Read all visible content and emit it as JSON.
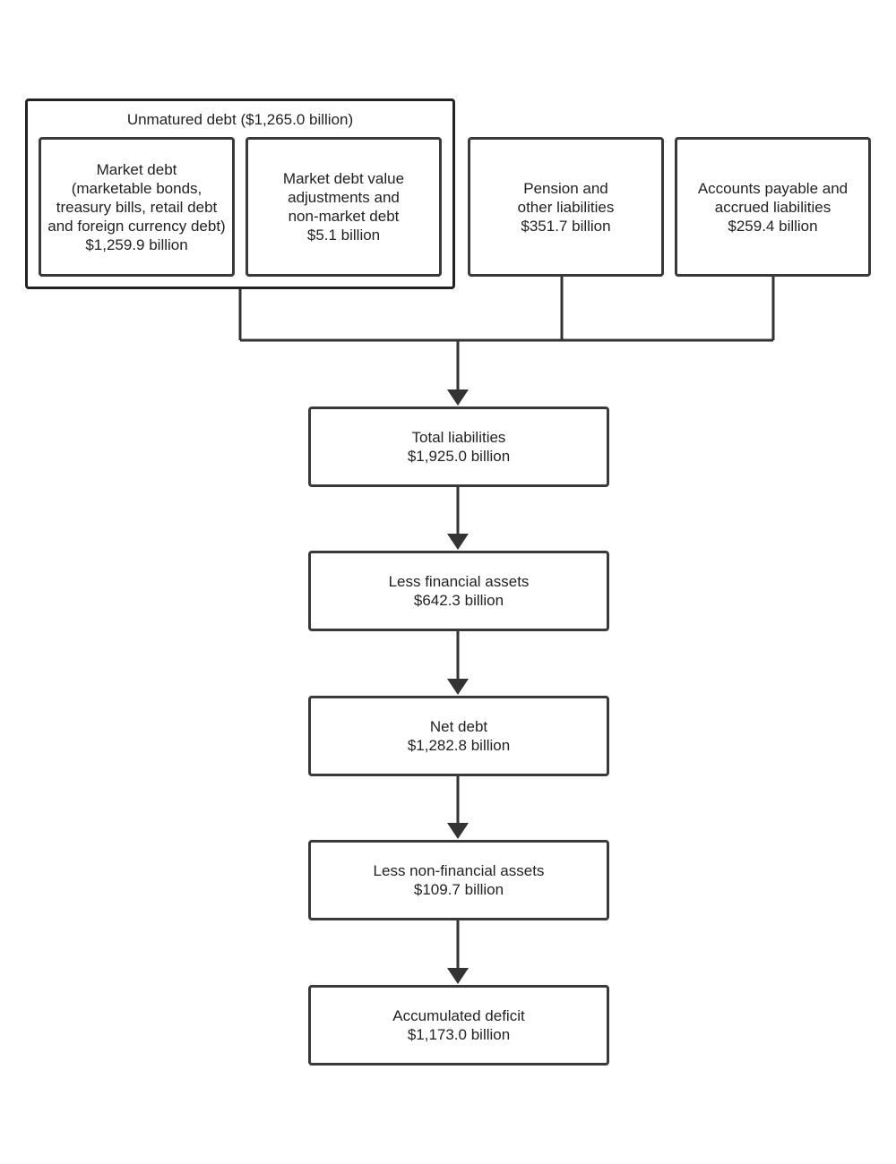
{
  "unmatured_group": {
    "title": "Unmatured debt ($1,265.0 billion)"
  },
  "top_boxes": {
    "market_debt": {
      "lines": [
        "Market debt",
        "(marketable bonds,",
        "treasury bills, retail debt",
        "and foreign currency debt)",
        "$1,259.9 billion"
      ]
    },
    "market_adjustments": {
      "lines": [
        "Market debt value",
        "adjustments and",
        "non-market debt",
        "$5.1 billion"
      ]
    },
    "pension": {
      "lines": [
        "Pension and",
        "other liabilities",
        "$351.7 billion"
      ]
    },
    "accounts_payable": {
      "lines": [
        "Accounts payable and",
        "accrued liabilities",
        "$259.4 billion"
      ]
    }
  },
  "flow": {
    "total_liabilities": {
      "title": "Total liabilities",
      "value": "$1,925.0 billion"
    },
    "less_financial_assets": {
      "title": "Less financial assets",
      "value": "$642.3 billion"
    },
    "net_debt": {
      "title": "Net debt",
      "value": "$1,282.8 billion"
    },
    "less_non_financial_assets": {
      "title": "Less non-financial assets",
      "value": "$109.7 billion"
    },
    "accumulated_deficit": {
      "title": "Accumulated deficit",
      "value": "$1,173.0 billion"
    }
  },
  "colors": {
    "border": "#3a3a3a",
    "line": "#333333",
    "text": "#222222",
    "background": "#ffffff"
  }
}
